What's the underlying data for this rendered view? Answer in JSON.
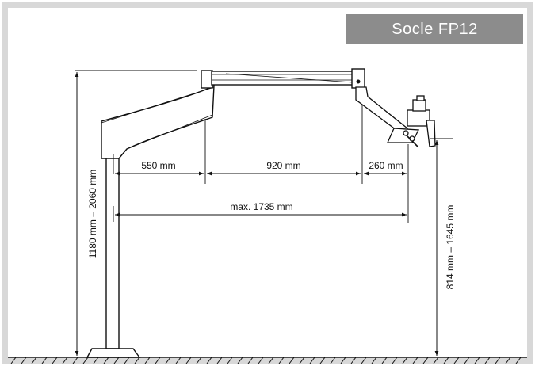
{
  "title": "Socle FP12",
  "dimensions": {
    "d1": "550 mm",
    "d2": "920 mm",
    "d3": "260 mm",
    "reach": "max. 1735 mm",
    "stand_height": "1180 mm – 2060 mm",
    "scope_height": "814 mm – 1645 mm"
  },
  "colors": {
    "frame": "#d8d8d8",
    "badge": "#8c8c8c",
    "line": "#111111"
  }
}
